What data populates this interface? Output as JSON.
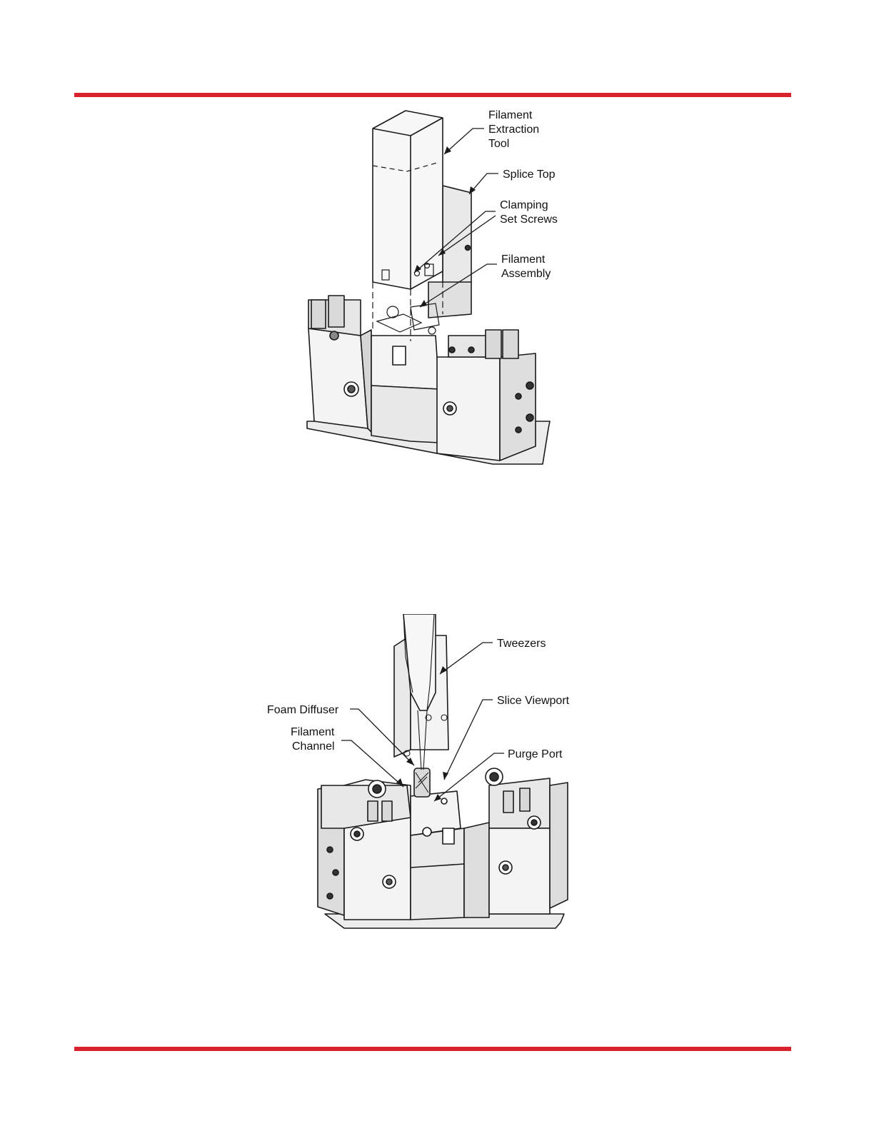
{
  "page": {
    "rule_color": "#d9232e"
  },
  "figure1": {
    "labels": {
      "extraction_tool": [
        "Filament",
        "Extraction",
        "Tool"
      ],
      "splice_top": "Splice Top",
      "clamping_set_screws": [
        "Clamping",
        "Set Screws"
      ],
      "filament_assembly": [
        "Filament",
        "Assembly"
      ]
    }
  },
  "figure2": {
    "labels": {
      "tweezers": "Tweezers",
      "foam_diffuser": "Foam Diffuser",
      "filament_channel": [
        "Filament",
        "Channel"
      ],
      "slice_viewport": "Slice Viewport",
      "purge_port": "Purge Port"
    }
  }
}
